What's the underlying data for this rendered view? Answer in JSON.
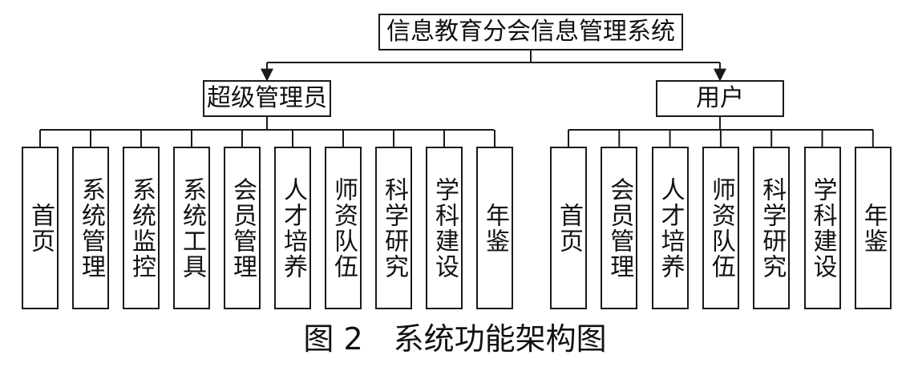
{
  "root": {
    "label": "信息教育分会信息管理系统"
  },
  "admin": {
    "label": "超级管理员",
    "modules": [
      "首页",
      "系统管理",
      "系统监控",
      "系统工具",
      "会员管理",
      "人才培养",
      "师资队伍",
      "科学研究",
      "学科建设",
      "年鉴"
    ]
  },
  "user": {
    "label": "用户",
    "modules": [
      "首页",
      "会员管理",
      "人才培养",
      "师资队伍",
      "科学研究",
      "学科建设",
      "年鉴"
    ]
  },
  "caption": "图 2　系统功能架构图"
}
